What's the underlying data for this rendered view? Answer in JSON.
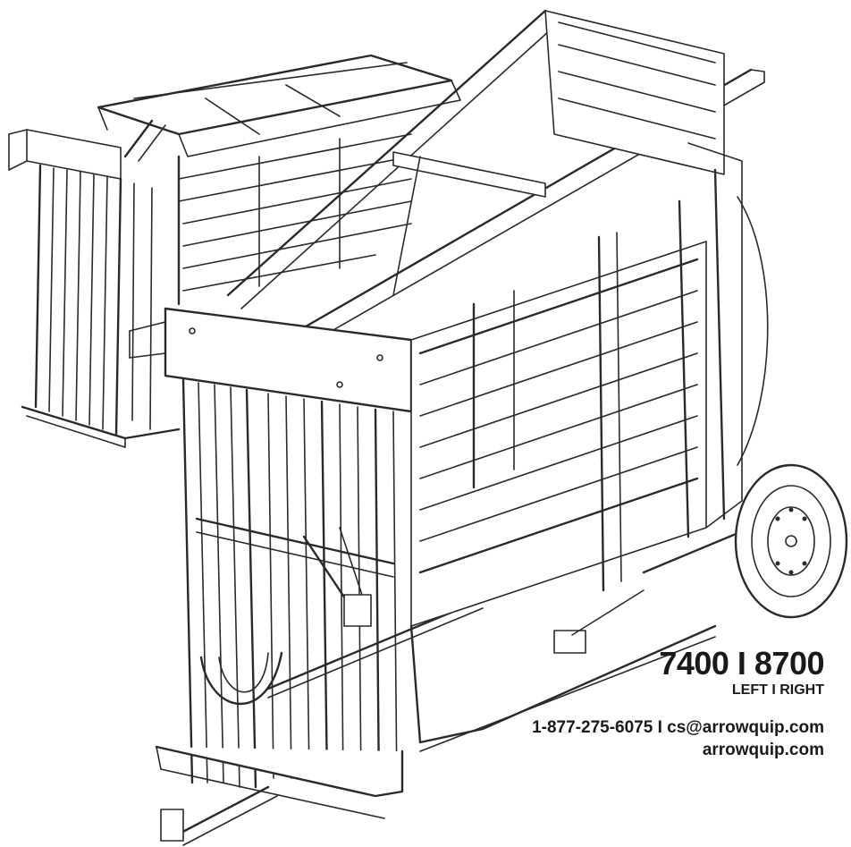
{
  "model": {
    "numbers": "7400 I 8700",
    "sides": "LEFT I RIGHT"
  },
  "contact": {
    "line": "1-877-275-6075 I cs@arrowquip.com",
    "website": "arrowquip.com"
  },
  "colors": {
    "text": "#1a1a1a",
    "line_art": "#2a2a2a",
    "background": "#ffffff"
  }
}
